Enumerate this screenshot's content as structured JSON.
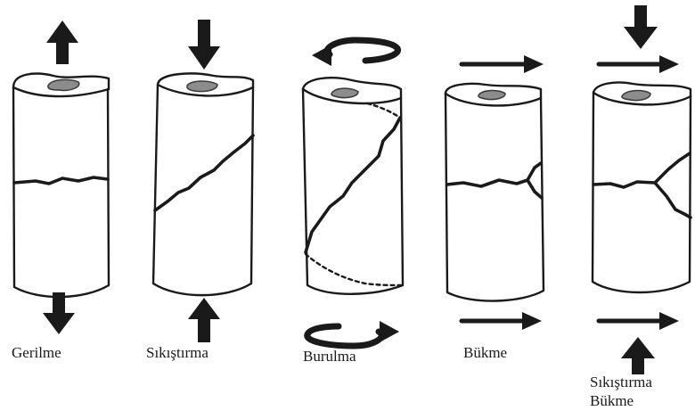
{
  "figure": {
    "panels": [
      {
        "id": "tension",
        "label": "Gerilme",
        "load": "tension",
        "fracture": "transverse"
      },
      {
        "id": "compression",
        "label": "Sıkıştırma",
        "load": "compression",
        "fracture": "oblique"
      },
      {
        "id": "torsion",
        "label": "Burulma",
        "load": "torsion",
        "fracture": "spiral"
      },
      {
        "id": "bending",
        "label": "Bükme",
        "load": "bending",
        "fracture": "transverse-butterfly"
      },
      {
        "id": "compression-bending",
        "label_line1": "Sıkıştırma",
        "label_line2": "Bükme",
        "load": "compression+bending",
        "fracture": "butterfly"
      }
    ]
  },
  "colors": {
    "ink": "#1a1a1a",
    "marrow": "#8c8c8c",
    "background": "#ffffff"
  }
}
